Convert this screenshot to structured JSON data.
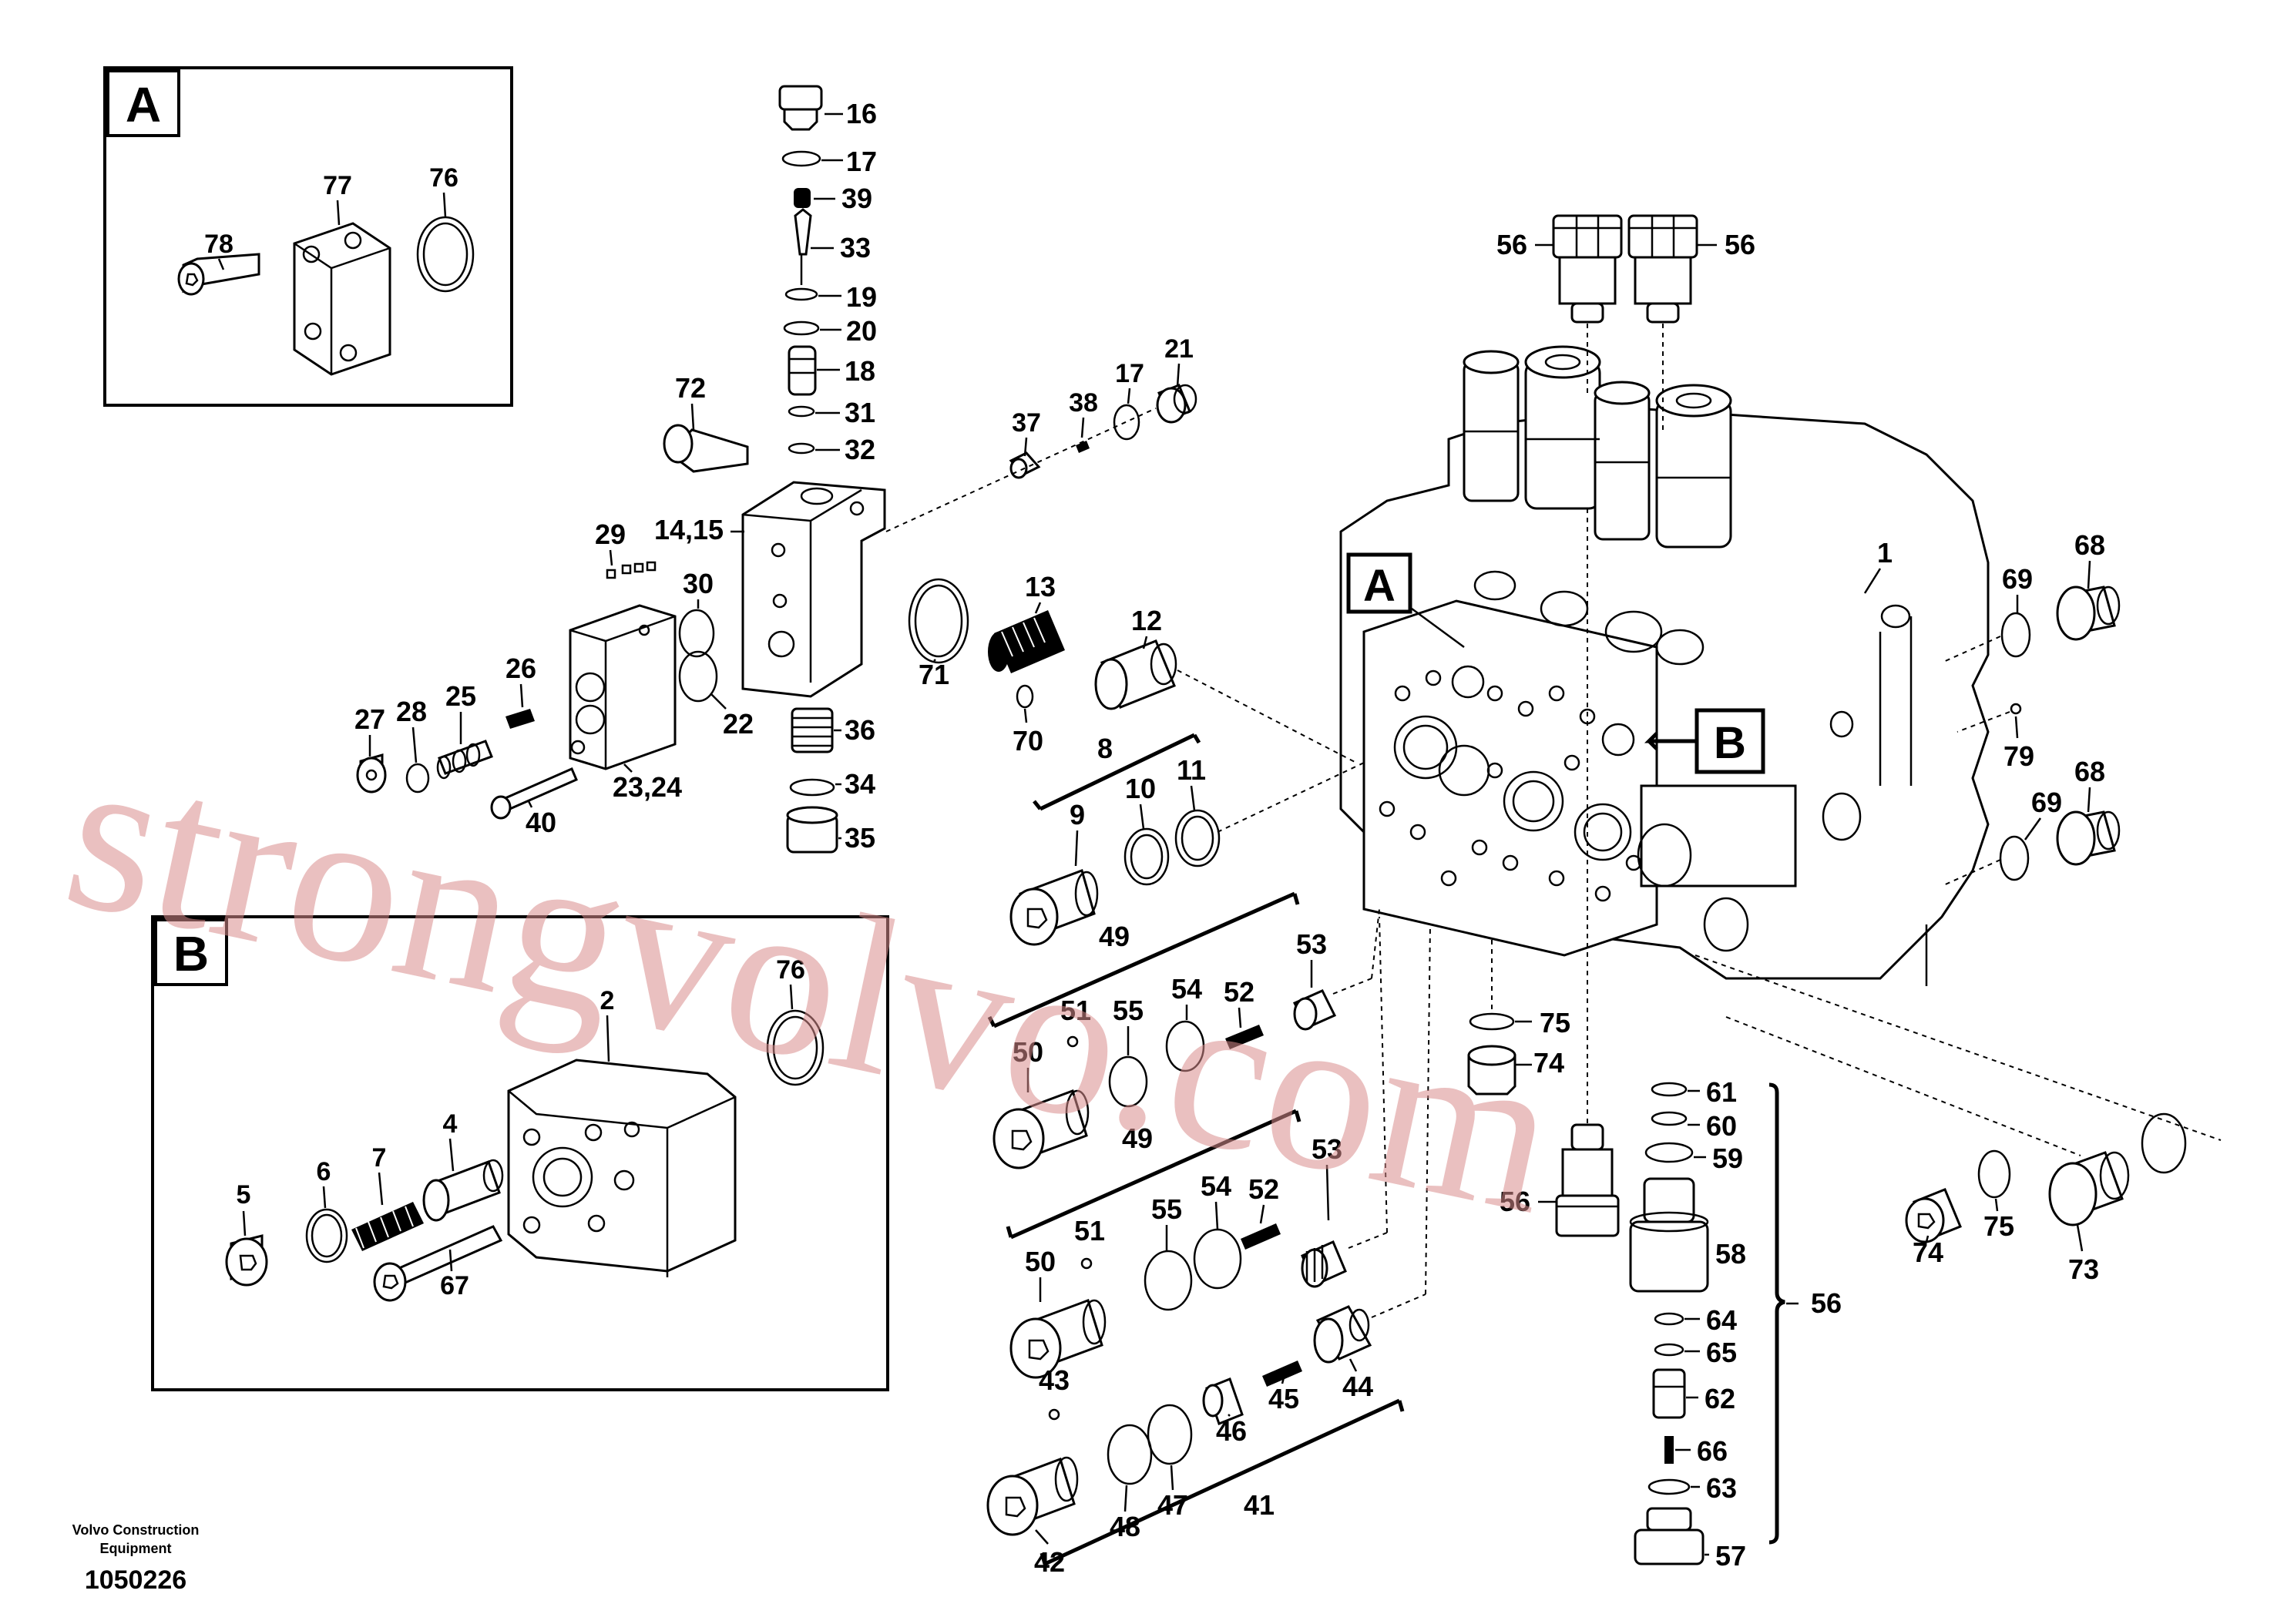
{
  "insets": {
    "a": {
      "letter": "A"
    },
    "b": {
      "letter": "B"
    }
  },
  "body_markers": {
    "a": "A",
    "b": "B"
  },
  "callouts": {
    "c16": "16",
    "c17a": "17",
    "c39": "39",
    "c33": "33",
    "c19": "19",
    "c20": "20",
    "c18": "18",
    "c31": "31",
    "c32": "32",
    "c72": "72",
    "c14_15": "14,15",
    "c29": "29",
    "c30": "30",
    "c22": "22",
    "c26": "26",
    "c25": "25",
    "c28": "28",
    "c27": "27",
    "c23_24": "23,24",
    "c40": "40",
    "c36": "36",
    "c34": "34",
    "c35": "35",
    "c37": "37",
    "c38": "38",
    "c17b": "17",
    "c21": "21",
    "c71": "71",
    "c13": "13",
    "c70": "70",
    "c12": "12",
    "c8": "8",
    "c9": "9",
    "c10": "10",
    "c11": "11",
    "c49a": "49",
    "c53a": "53",
    "c51a": "51",
    "c55a": "55",
    "c54a": "54",
    "c52a": "52",
    "c50a": "50",
    "c49b": "49",
    "c53b": "53",
    "c51b": "51",
    "c55b": "55",
    "c54b": "54",
    "c52b": "52",
    "c50b": "50",
    "c43": "43",
    "c44": "44",
    "c45": "45",
    "c46": "46",
    "c47": "47",
    "c48": "48",
    "c42": "42",
    "c41": "41",
    "c56a": "56",
    "c56b": "56",
    "c1": "1",
    "c69a": "69",
    "c68a": "68",
    "c79": "79",
    "c69b": "69",
    "c68b": "68",
    "c75a": "75",
    "c74a": "74",
    "c61": "61",
    "c60": "60",
    "c59": "59",
    "c56c": "56",
    "c58": "58",
    "c64": "64",
    "c65": "65",
    "c62": "62",
    "c66": "66",
    "c63": "63",
    "c57": "57",
    "c56d": "56",
    "c74b": "74",
    "c75b": "75",
    "c73": "73",
    "c78": "78",
    "c77": "77",
    "c76a": "76",
    "c2": "2",
    "c5": "5",
    "c6": "6",
    "c7": "7",
    "c4": "4",
    "c67": "67",
    "c76b": "76"
  },
  "footer": {
    "brand_line1": "Volvo Construction",
    "brand_line2": "Equipment",
    "diagram_number": "1050226"
  },
  "watermark": "strongvolvo.com",
  "colors": {
    "line": "#000000",
    "watermark": "#d88c8c",
    "background": "#ffffff"
  }
}
